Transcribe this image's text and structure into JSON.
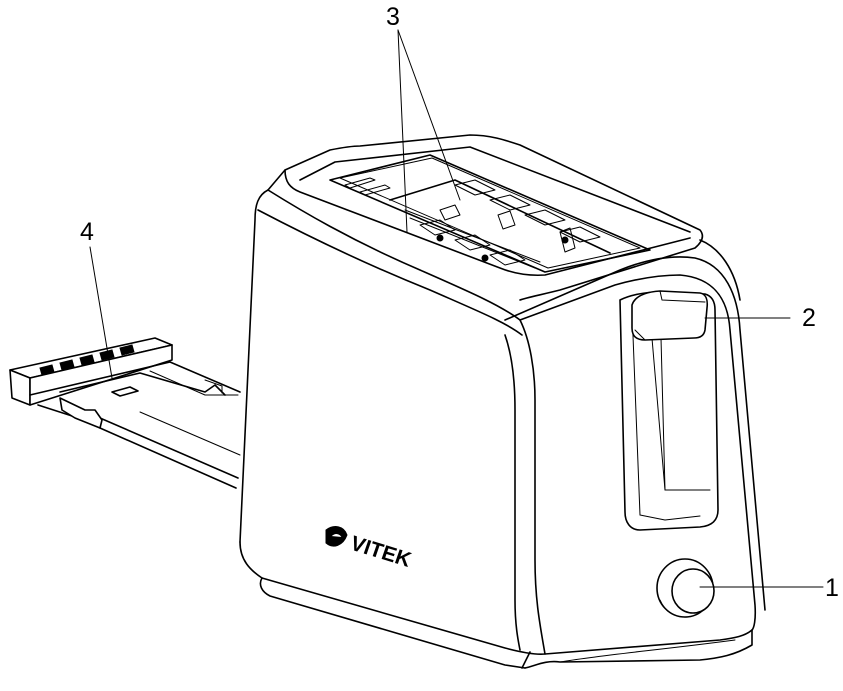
{
  "brand": {
    "logo_text": "VITEK"
  },
  "callouts": [
    {
      "id": "1",
      "label": "1",
      "part": "control-knob"
    },
    {
      "id": "2",
      "label": "2",
      "part": "lever"
    },
    {
      "id": "3",
      "label": "3",
      "part": "bread-slots"
    },
    {
      "id": "4",
      "label": "4",
      "part": "crumb-tray"
    }
  ]
}
